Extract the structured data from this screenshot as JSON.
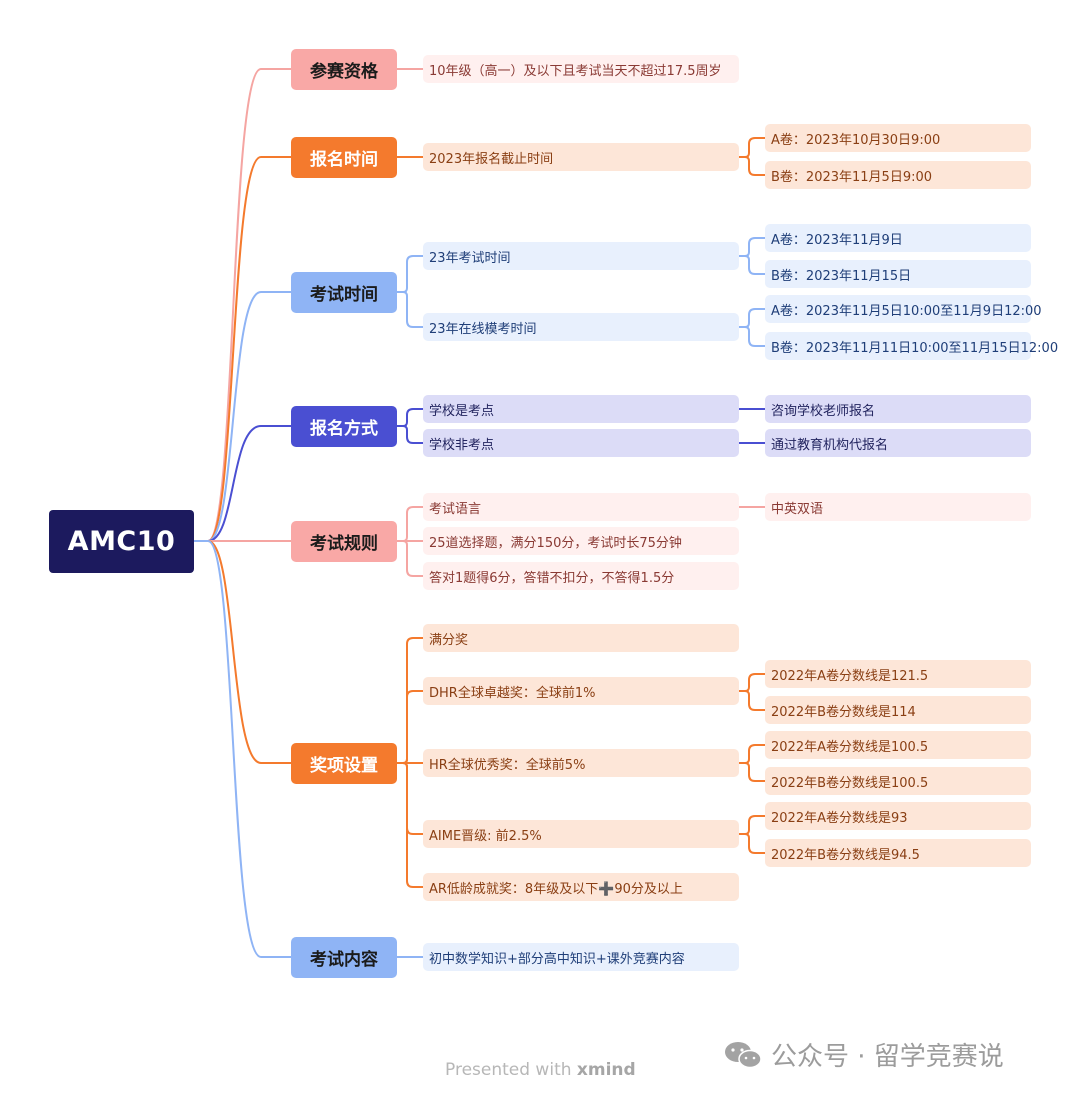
{
  "root": "AMC10",
  "branches": [
    {
      "id": "eligibility",
      "label": "参赛资格",
      "style": "pink",
      "items": [
        {
          "text": "10年级（高一）及以下且考试当天不超过17.5周岁",
          "children": []
        }
      ]
    },
    {
      "id": "registration-time",
      "label": "报名时间",
      "style": "orange",
      "items": [
        {
          "text": "2023年报名截止时间",
          "children": [
            "A卷：2023年10月30日9:00",
            "B卷：2023年11月5日9:00"
          ]
        }
      ]
    },
    {
      "id": "exam-time",
      "label": "考试时间",
      "style": "blue",
      "items": [
        {
          "text": "23年考试时间",
          "children": [
            "A卷：2023年11月9日",
            "B卷：2023年11月15日"
          ]
        },
        {
          "text": "23年在线模考时间",
          "children": [
            "A卷：2023年11月5日10:00至11月9日12:00",
            "B卷：2023年11月11日10:00至11月15日12:00"
          ]
        }
      ]
    },
    {
      "id": "registration-method",
      "label": "报名方式",
      "style": "indigo",
      "items": [
        {
          "text": "学校是考点",
          "children": [
            "咨询学校老师报名"
          ]
        },
        {
          "text": "学校非考点",
          "children": [
            "通过教育机构代报名"
          ]
        }
      ]
    },
    {
      "id": "exam-rules",
      "label": "考试规则",
      "style": "pink",
      "items": [
        {
          "text": "考试语言",
          "children": [
            "中英双语"
          ]
        },
        {
          "text": "25道选择题，满分150分，考试时长75分钟",
          "children": []
        },
        {
          "text": "答对1题得6分，答错不扣分，不答得1.5分",
          "children": []
        }
      ]
    },
    {
      "id": "awards",
      "label": "奖项设置",
      "style": "orange",
      "items": [
        {
          "text": "满分奖",
          "children": []
        },
        {
          "text": "DHR全球卓越奖：全球前1%",
          "children": [
            "2022年A卷分数线是121.5",
            "2022年B卷分数线是114"
          ]
        },
        {
          "text": "HR全球优秀奖：全球前5%",
          "children": [
            "2022年A卷分数线是100.5",
            "2022年B卷分数线是100.5"
          ]
        },
        {
          "text": "AIME晋级: 前2.5%",
          "children": [
            "2022年A卷分数线是93",
            "2022年B卷分数线是94.5"
          ]
        },
        {
          "text": "AR低龄成就奖：8年级及以下➕90分及以上",
          "children": []
        }
      ]
    },
    {
      "id": "exam-content",
      "label": "考试内容",
      "style": "blue",
      "items": [
        {
          "text": "初中数学知识+部分高中知识+课外竞赛内容",
          "children": []
        }
      ]
    }
  ],
  "styles": {
    "pink": {
      "main_bg": "#f9a8a6",
      "main_text": "#1b1b1b",
      "line": "#f5a5a2",
      "leaf_bg": "#fff0ef",
      "leaf_text": "#8a3a34"
    },
    "orange": {
      "main_bg": "#f47a2d",
      "main_text": "#ffffff",
      "line": "#f47a2d",
      "leaf_bg": "#fde6d8",
      "leaf_text": "#8a3f14"
    },
    "blue": {
      "main_bg": "#8fb4f5",
      "main_text": "#1b1b1b",
      "line": "#8fb4f5",
      "leaf_bg": "#e8f0fd",
      "leaf_text": "#1f3e78"
    },
    "indigo": {
      "main_bg": "#4a4fd2",
      "main_text": "#ffffff",
      "line": "#4a4fd2",
      "leaf_bg": "#dcdcf7",
      "leaf_text": "#22245f"
    }
  },
  "footer": {
    "prefix": "Presented with ",
    "brand": "xmind"
  },
  "watermark": {
    "text": "公众号 · 留学竞赛说",
    "icon": "wechat-icon"
  }
}
